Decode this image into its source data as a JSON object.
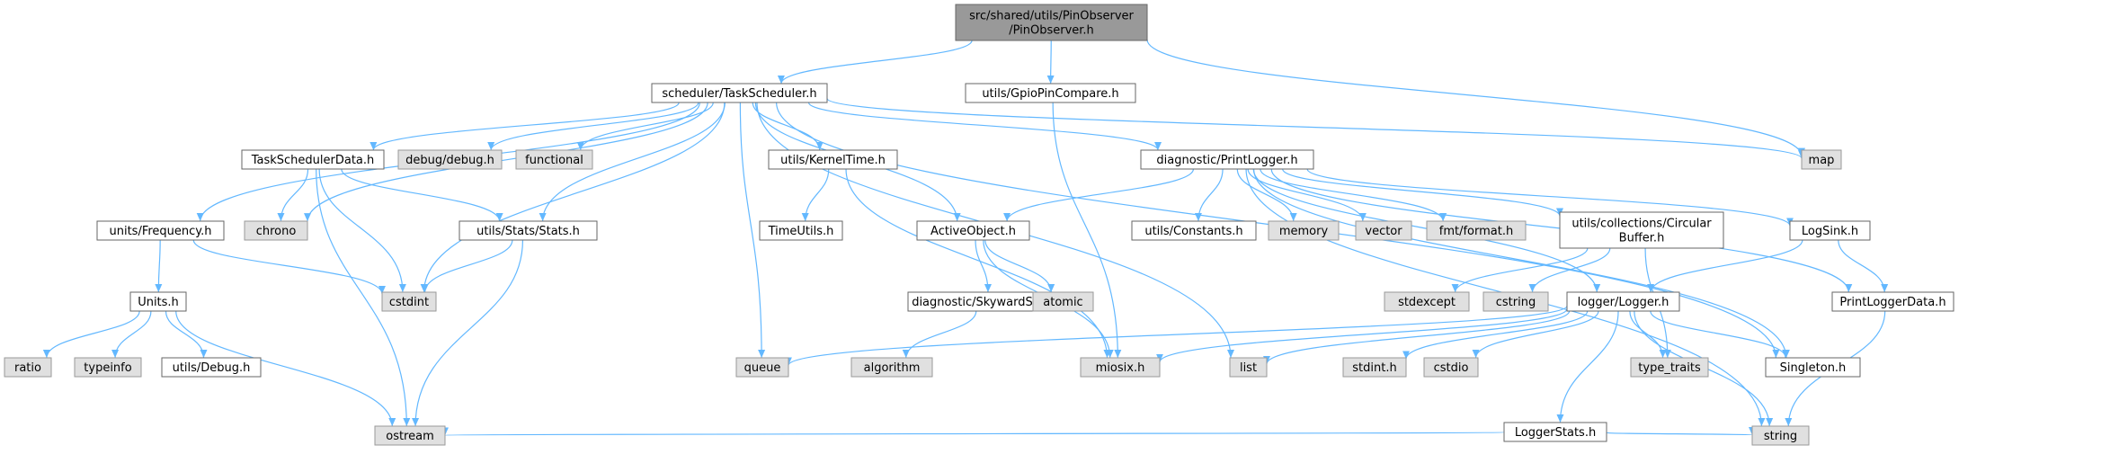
{
  "colors": {
    "edge": "#63b8ff",
    "node_border": "#666666",
    "node_fill": "#ffffff",
    "system_fill": "#e0e0e0",
    "system_border": "#999999",
    "root_fill": "#999999",
    "root_border": "#666666"
  },
  "nodes": [
    {
      "id": "root",
      "lines": [
        "src/shared/utils/PinObserver",
        "/PinObserver.h"
      ],
      "kind": "root"
    },
    {
      "id": "ts",
      "lines": [
        "scheduler/TaskScheduler.h"
      ],
      "kind": "local"
    },
    {
      "id": "gpc",
      "lines": [
        "utils/GpioPinCompare.h"
      ],
      "kind": "local"
    },
    {
      "id": "map",
      "lines": [
        "map"
      ],
      "kind": "system"
    },
    {
      "id": "tsd",
      "lines": [
        "TaskSchedulerData.h"
      ],
      "kind": "local"
    },
    {
      "id": "debug",
      "lines": [
        "debug/debug.h"
      ],
      "kind": "system"
    },
    {
      "id": "functional",
      "lines": [
        "functional"
      ],
      "kind": "system"
    },
    {
      "id": "kt",
      "lines": [
        "utils/KernelTime.h"
      ],
      "kind": "local"
    },
    {
      "id": "pl",
      "lines": [
        "diagnostic/PrintLogger.h"
      ],
      "kind": "local"
    },
    {
      "id": "freq",
      "lines": [
        "units/Frequency.h"
      ],
      "kind": "local"
    },
    {
      "id": "chrono",
      "lines": [
        "chrono"
      ],
      "kind": "system"
    },
    {
      "id": "stats",
      "lines": [
        "utils/Stats/Stats.h"
      ],
      "kind": "local"
    },
    {
      "id": "tu",
      "lines": [
        "TimeUtils.h"
      ],
      "kind": "local"
    },
    {
      "id": "ao",
      "lines": [
        "ActiveObject.h"
      ],
      "kind": "local"
    },
    {
      "id": "const",
      "lines": [
        "utils/Constants.h"
      ],
      "kind": "local"
    },
    {
      "id": "memory",
      "lines": [
        "memory"
      ],
      "kind": "system"
    },
    {
      "id": "vector",
      "lines": [
        "vector"
      ],
      "kind": "system"
    },
    {
      "id": "fmt",
      "lines": [
        "fmt/format.h"
      ],
      "kind": "system"
    },
    {
      "id": "cb",
      "lines": [
        "utils/collections/Circular",
        "Buffer.h"
      ],
      "kind": "local"
    },
    {
      "id": "logsink",
      "lines": [
        "LogSink.h"
      ],
      "kind": "local"
    },
    {
      "id": "units",
      "lines": [
        "Units.h"
      ],
      "kind": "local"
    },
    {
      "id": "cstdint",
      "lines": [
        "cstdint"
      ],
      "kind": "system"
    },
    {
      "id": "sks",
      "lines": [
        "diagnostic/SkywardStack.h"
      ],
      "kind": "local"
    },
    {
      "id": "atomic",
      "lines": [
        "atomic"
      ],
      "kind": "system"
    },
    {
      "id": "stdexcept",
      "lines": [
        "stdexcept"
      ],
      "kind": "system"
    },
    {
      "id": "cstring",
      "lines": [
        "cstring"
      ],
      "kind": "system"
    },
    {
      "id": "logger",
      "lines": [
        "logger/Logger.h"
      ],
      "kind": "local"
    },
    {
      "id": "pld",
      "lines": [
        "PrintLoggerData.h"
      ],
      "kind": "local"
    },
    {
      "id": "ratio",
      "lines": [
        "ratio"
      ],
      "kind": "system"
    },
    {
      "id": "typeinfo",
      "lines": [
        "typeinfo"
      ],
      "kind": "system"
    },
    {
      "id": "udebug",
      "lines": [
        "utils/Debug.h"
      ],
      "kind": "local"
    },
    {
      "id": "queue",
      "lines": [
        "queue"
      ],
      "kind": "system"
    },
    {
      "id": "algorithm",
      "lines": [
        "algorithm"
      ],
      "kind": "system"
    },
    {
      "id": "miosix",
      "lines": [
        "miosix.h"
      ],
      "kind": "system"
    },
    {
      "id": "list",
      "lines": [
        "list"
      ],
      "kind": "system"
    },
    {
      "id": "stdinth",
      "lines": [
        "stdint.h"
      ],
      "kind": "system"
    },
    {
      "id": "cstdio",
      "lines": [
        "cstdio"
      ],
      "kind": "system"
    },
    {
      "id": "typetraits",
      "lines": [
        "type_traits"
      ],
      "kind": "system"
    },
    {
      "id": "singleton",
      "lines": [
        "Singleton.h"
      ],
      "kind": "local"
    },
    {
      "id": "lstats",
      "lines": [
        "LoggerStats.h"
      ],
      "kind": "local"
    },
    {
      "id": "ostream",
      "lines": [
        "ostream"
      ],
      "kind": "system"
    },
    {
      "id": "string",
      "lines": [
        "string"
      ],
      "kind": "system"
    }
  ],
  "edges": [
    [
      "root",
      "ts"
    ],
    [
      "root",
      "gpc"
    ],
    [
      "root",
      "map"
    ],
    [
      "ts",
      "map"
    ],
    [
      "ts",
      "tsd"
    ],
    [
      "ts",
      "debug"
    ],
    [
      "ts",
      "functional"
    ],
    [
      "ts",
      "kt"
    ],
    [
      "ts",
      "pl"
    ],
    [
      "ts",
      "freq"
    ],
    [
      "ts",
      "chrono"
    ],
    [
      "ts",
      "stats"
    ],
    [
      "ts",
      "ao"
    ],
    [
      "ts",
      "cstdint"
    ],
    [
      "ts",
      "queue"
    ],
    [
      "ts",
      "list"
    ],
    [
      "ts",
      "singleton"
    ],
    [
      "gpc",
      "miosix"
    ],
    [
      "tsd",
      "chrono"
    ],
    [
      "tsd",
      "stats"
    ],
    [
      "tsd",
      "cstdint"
    ],
    [
      "tsd",
      "ostream"
    ],
    [
      "kt",
      "tu"
    ],
    [
      "kt",
      "miosix"
    ],
    [
      "pl",
      "ao"
    ],
    [
      "pl",
      "const"
    ],
    [
      "pl",
      "memory"
    ],
    [
      "pl",
      "vector"
    ],
    [
      "pl",
      "fmt"
    ],
    [
      "pl",
      "cb"
    ],
    [
      "pl",
      "logsink"
    ],
    [
      "pl",
      "logger"
    ],
    [
      "pl",
      "pld"
    ],
    [
      "pl",
      "singleton"
    ],
    [
      "pl",
      "string"
    ],
    [
      "freq",
      "units"
    ],
    [
      "freq",
      "cstdint"
    ],
    [
      "stats",
      "cstdint"
    ],
    [
      "stats",
      "ostream"
    ],
    [
      "ao",
      "sks"
    ],
    [
      "ao",
      "atomic"
    ],
    [
      "ao",
      "miosix"
    ],
    [
      "cb",
      "stdexcept"
    ],
    [
      "cb",
      "cstring"
    ],
    [
      "cb",
      "typetraits"
    ],
    [
      "logsink",
      "logger"
    ],
    [
      "logsink",
      "pld"
    ],
    [
      "units",
      "ratio"
    ],
    [
      "units",
      "typeinfo"
    ],
    [
      "units",
      "udebug"
    ],
    [
      "units",
      "ostream"
    ],
    [
      "sks",
      "algorithm"
    ],
    [
      "logger",
      "queue"
    ],
    [
      "logger",
      "miosix"
    ],
    [
      "logger",
      "list"
    ],
    [
      "logger",
      "stdinth"
    ],
    [
      "logger",
      "cstdio"
    ],
    [
      "logger",
      "typetraits"
    ],
    [
      "logger",
      "singleton"
    ],
    [
      "logger",
      "lstats"
    ],
    [
      "logger",
      "string"
    ],
    [
      "pld",
      "string"
    ],
    [
      "lstats",
      "ostream"
    ],
    [
      "lstats",
      "string"
    ]
  ]
}
